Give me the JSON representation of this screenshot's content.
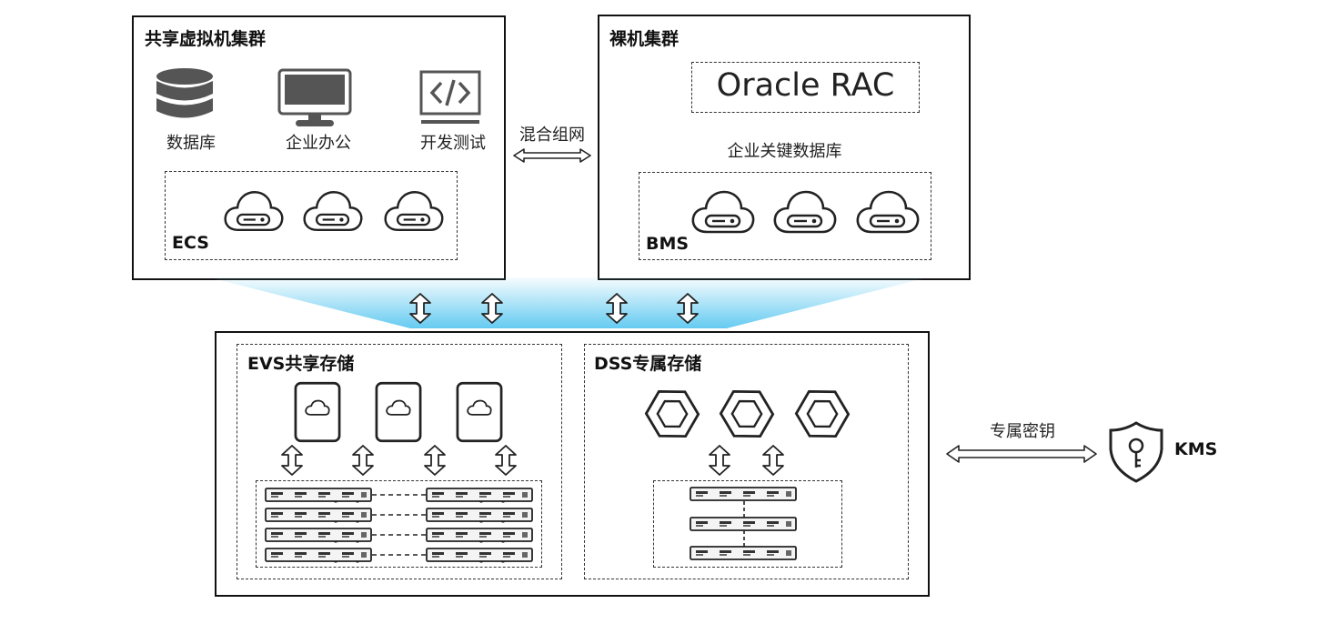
{
  "vm_cluster": {
    "title": "共享虚拟机集群",
    "apps": [
      {
        "label": "数据库",
        "icon": "database-icon"
      },
      {
        "label": "企业办公",
        "icon": "monitor-icon"
      },
      {
        "label": "开发测试",
        "icon": "code-icon"
      }
    ],
    "ecs_label": "ECS"
  },
  "hybrid_network": {
    "label": "混合组网"
  },
  "bm_cluster": {
    "title": "裸机集群",
    "oracle_label": "Oracle RAC",
    "db_label": "企业关键数据库",
    "bms_label": "BMS"
  },
  "evs": {
    "title": "EVS共享存储"
  },
  "dss": {
    "title": "DSS专属存储"
  },
  "kms": {
    "link_label": "专属密钥",
    "label": "KMS"
  },
  "colors": {
    "glow": "#5cc8f0",
    "border": "#111111"
  }
}
